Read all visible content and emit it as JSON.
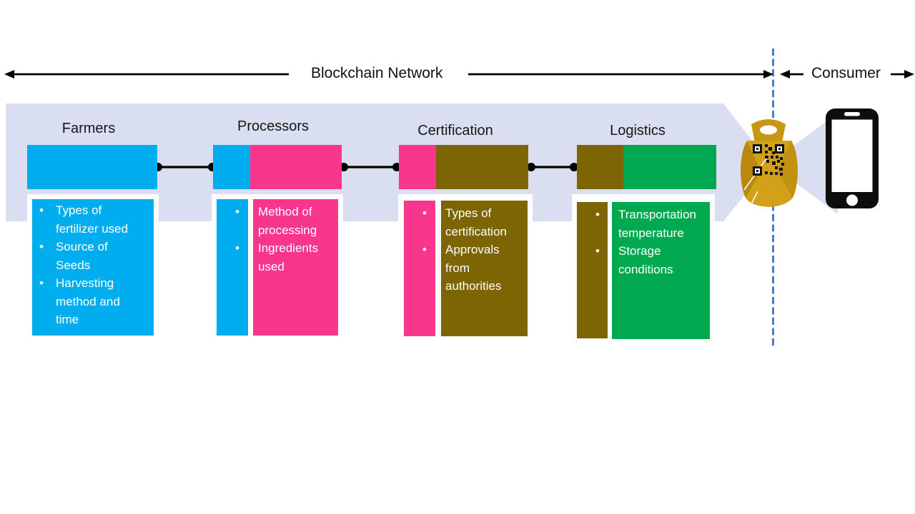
{
  "header": {
    "network_label": "Blockchain Network",
    "consumer_label": "Consumer"
  },
  "bullet_char": "•",
  "stages": [
    {
      "name": "Farmers",
      "color": "#00AEF0",
      "items": [
        "Types of fertilizer used",
        "Source of Seeds",
        "Harvesting method and time"
      ]
    },
    {
      "name": "Processors",
      "color": "#F9368E",
      "prev_color": "#00AEF0",
      "items": [
        "Method of processing",
        "Ingredients used"
      ]
    },
    {
      "name": "Certification",
      "color": "#7D6504",
      "prev_color": "#F9368E",
      "items": [
        "Types of certification",
        "Approvals from authorities"
      ]
    },
    {
      "name": "Logistics",
      "color": "#00A950",
      "prev_color": "#7D6504",
      "items": [
        "Transportation temperature",
        "Storage conditions"
      ]
    }
  ],
  "icons": {
    "package": "qr-package-icon",
    "qr": "qr-code",
    "phone": "smartphone-icon"
  },
  "colors": {
    "band": "#D9DFF1",
    "divider_dash": "#4472C4",
    "arrow": "#000000",
    "package_gold": "#D2A019",
    "package_gold_dark": "#B9880D",
    "farmers": "#00AEF0",
    "processors": "#F9368E",
    "certification": "#7D6504",
    "logistics": "#00A950"
  }
}
